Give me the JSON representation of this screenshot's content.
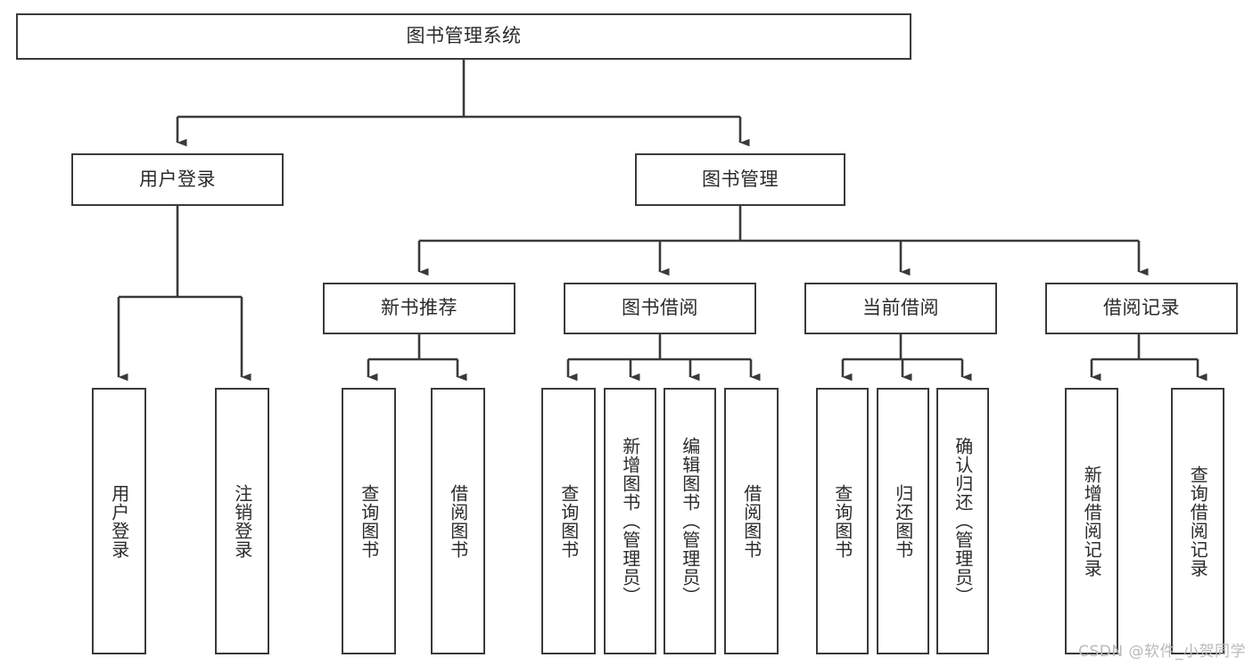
{
  "diagram": {
    "type": "tree",
    "title": "图书管理系统",
    "orientation": "top-down",
    "colors": {
      "background": "#ffffff",
      "box_border": "#3a3a3a",
      "box_fill": "#ffffff",
      "connector": "#3a3a3a",
      "text": "#2b2b2b",
      "watermark": "#b9b9b9"
    },
    "root": {
      "label": "图书管理系统"
    },
    "level2": [
      {
        "label": "用户登录"
      },
      {
        "label": "图书管理"
      }
    ],
    "level3": [
      {
        "label": "新书推荐"
      },
      {
        "label": "图书借阅"
      },
      {
        "label": "当前借阅"
      },
      {
        "label": "借阅记录"
      }
    ],
    "leaves": {
      "user_login": [
        {
          "label": "用户登录"
        },
        {
          "label": "注销登录"
        }
      ],
      "new_book_recommend": [
        {
          "label": "查询图书"
        },
        {
          "label": "借阅图书"
        }
      ],
      "book_borrow": [
        {
          "label": "查询图书"
        },
        {
          "label": "新增图书（管理员）"
        },
        {
          "label": "编辑图书（管理员）"
        },
        {
          "label": "借阅图书"
        }
      ],
      "current_borrow": [
        {
          "label": "查询图书"
        },
        {
          "label": "归还图书"
        },
        {
          "label": "确认归还（管理员）"
        }
      ],
      "borrow_record": [
        {
          "label": "新增借阅记录"
        },
        {
          "label": "查询借阅记录"
        }
      ]
    },
    "edges": [
      {
        "from": "图书管理系统",
        "to": "用户登录"
      },
      {
        "from": "图书管理系统",
        "to": "图书管理"
      },
      {
        "from": "用户登录",
        "to": "用户登录"
      },
      {
        "from": "用户登录",
        "to": "注销登录"
      },
      {
        "from": "图书管理",
        "to": "新书推荐"
      },
      {
        "from": "图书管理",
        "to": "图书借阅"
      },
      {
        "from": "图书管理",
        "to": "当前借阅"
      },
      {
        "from": "图书管理",
        "to": "借阅记录"
      },
      {
        "from": "新书推荐",
        "to": "查询图书"
      },
      {
        "from": "新书推荐",
        "to": "借阅图书"
      },
      {
        "from": "图书借阅",
        "to": "查询图书"
      },
      {
        "from": "图书借阅",
        "to": "新增图书（管理员）"
      },
      {
        "from": "图书借阅",
        "to": "编辑图书（管理员）"
      },
      {
        "from": "图书借阅",
        "to": "借阅图书"
      },
      {
        "from": "当前借阅",
        "to": "查询图书"
      },
      {
        "from": "当前借阅",
        "to": "归还图书"
      },
      {
        "from": "当前借阅",
        "to": "确认归还（管理员）"
      },
      {
        "from": "借阅记录",
        "to": "新增借阅记录"
      },
      {
        "from": "借阅记录",
        "to": "查询借阅记录"
      }
    ]
  },
  "watermark": {
    "text": "CSDN @软件_小贺同学"
  }
}
